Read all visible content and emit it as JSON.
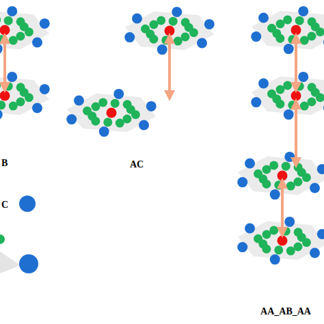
{
  "diagram": {
    "labels": [
      "B",
      "AC",
      "C",
      "AA_AB_AA"
    ]
  }
}
